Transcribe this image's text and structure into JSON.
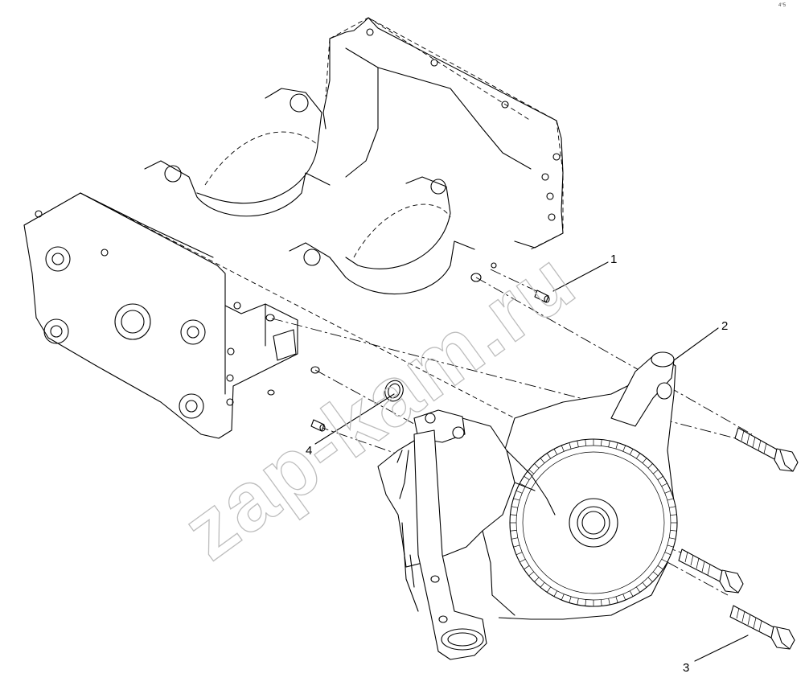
{
  "watermark": "zap-kam.ru",
  "corner_mark": "4°5",
  "callouts": [
    {
      "id": "1",
      "label": "1"
    },
    {
      "id": "2",
      "label": "2"
    },
    {
      "id": "3",
      "label": "3"
    },
    {
      "id": "4",
      "label": "4"
    }
  ]
}
